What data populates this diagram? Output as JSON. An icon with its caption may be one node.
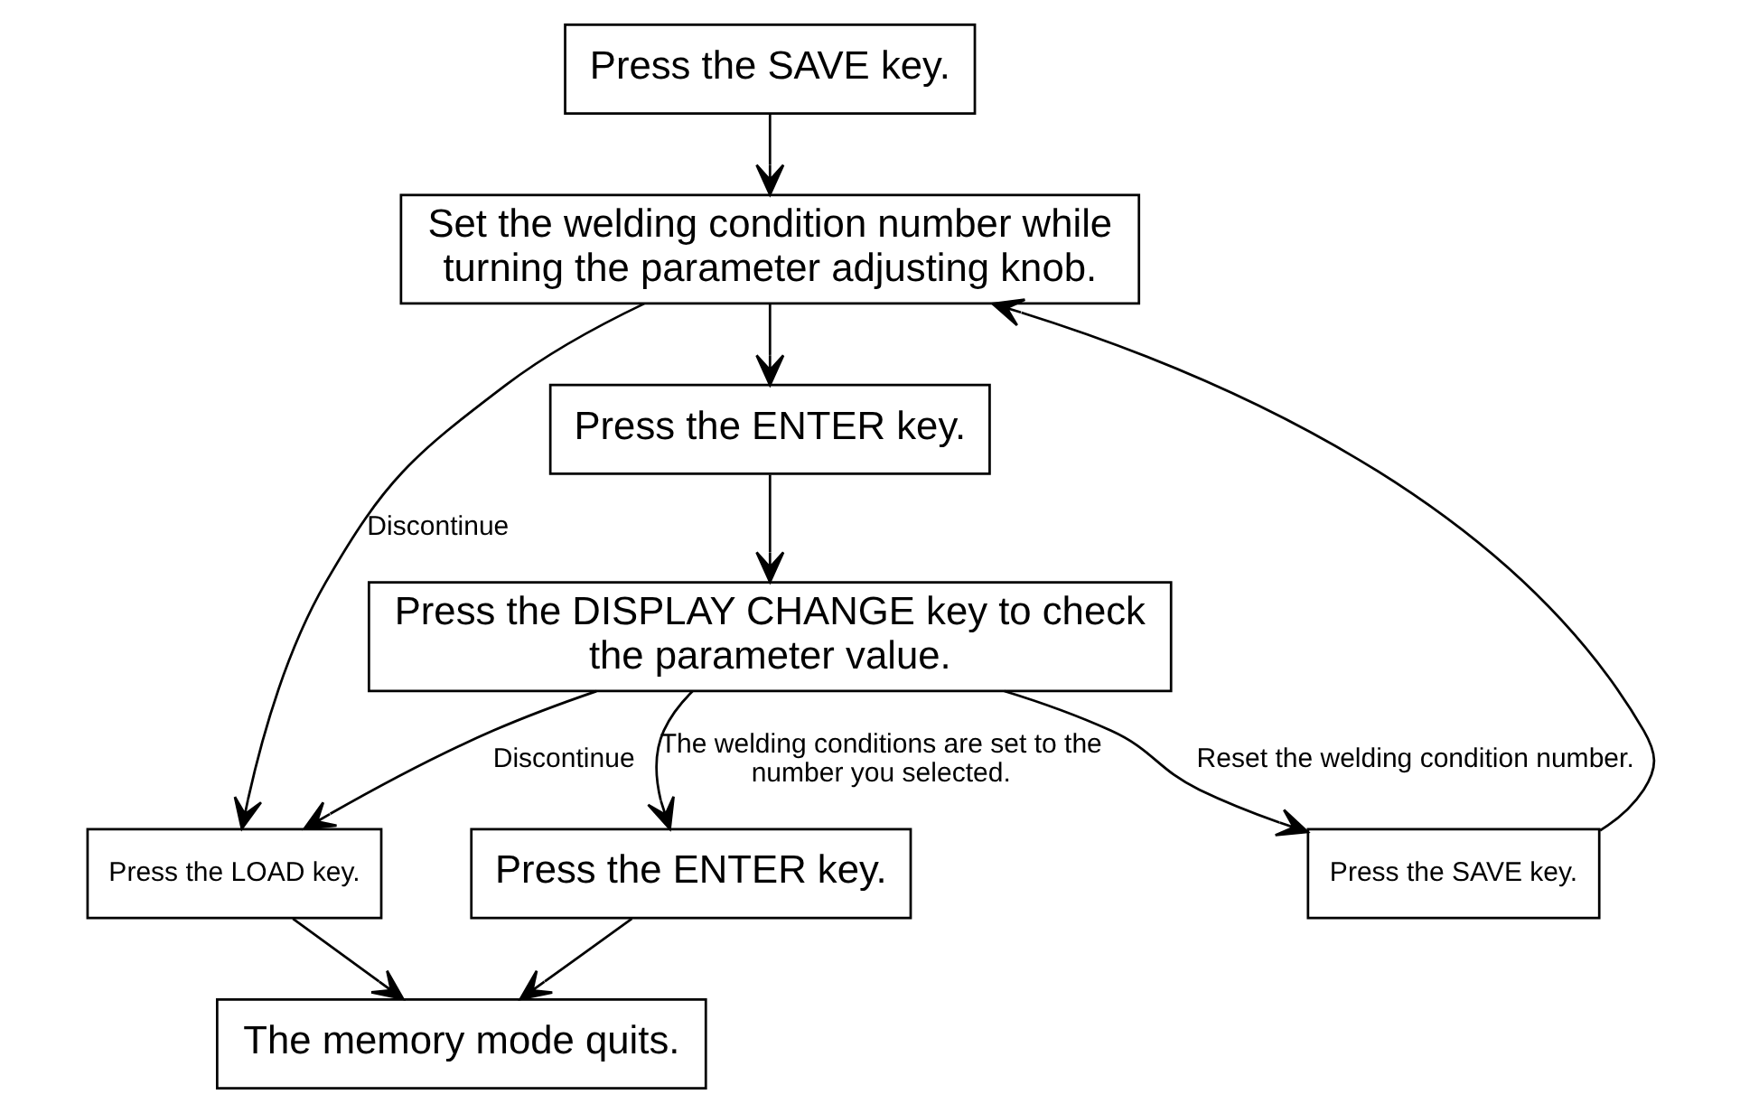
{
  "diagram": {
    "nodes": [
      {
        "text": [
          "Press the SAVE key."
        ]
      },
      {
        "text": [
          "Set the welding condition number while turning the parameter adjusting knob."
        ]
      },
      {
        "text": [
          "Press the ENTER key."
        ]
      },
      {
        "text": [
          "Press the SAVE key."
        ]
      },
      {
        "text": [
          "Press the DISPLAY CHANGE key to check the parameter value."
        ]
      },
      {
        "text": [
          "Press the ENTER key."
        ]
      },
      {
        "text": [
          "Press the LOAD key."
        ]
      },
      {
        "text": [
          "The memory mode quits."
        ]
      }
    ],
    "edges": [
      {
        "from": 0,
        "to": 1,
        "arrow": "to"
      },
      {
        "from": 1,
        "to": 2,
        "arrow": "to"
      },
      {
        "from": 2,
        "to": 4,
        "arrow": "to"
      },
      {
        "from": 4,
        "to": 3,
        "arrow": "to",
        "label": "Reset the welding condition number."
      },
      {
        "from": 3,
        "to": 1,
        "arrow": "to"
      },
      {
        "from": 4,
        "to": 5,
        "arrow": "to",
        "label": "The welding conditions are set to the number you selected."
      },
      {
        "from": 1,
        "to": 6,
        "arrow": "to",
        "label": "Discontinue"
      },
      {
        "from": 4,
        "to": 6,
        "arrow": "to",
        "label": "Discontinue"
      },
      {
        "from": 5,
        "to": 7,
        "arrow": "to"
      },
      {
        "from": 6,
        "to": 7,
        "arrow": "to"
      }
    ]
  }
}
